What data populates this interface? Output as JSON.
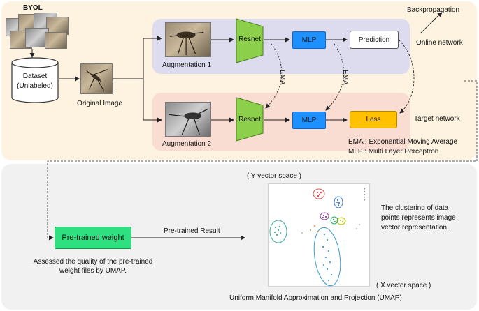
{
  "top": {
    "title": "BYOL",
    "dataset_label": [
      "Dataset",
      "(Unlabeled)"
    ],
    "original_image_label": "Original Image",
    "augmentation1_label": "Augmentation 1",
    "augmentation2_label": "Augmentation 2",
    "resnet_label": "Resnet",
    "mlp_label": "MLP",
    "prediction_label": "Prediction",
    "loss_label": "Loss",
    "ema_label": "EMA",
    "backpropagation_label": "Backpropagation",
    "online_network_label": "Online network",
    "target_network_label": "Target network",
    "legend_ema": "EMA : Exponential Moving Average",
    "legend_mlp": "MLP : Multi Layer Perceptron"
  },
  "bottom": {
    "pretrained_weight_label": "Pre-trained weight",
    "pretrained_result_label": "Pre-trained Result",
    "assessed_text": [
      "Assessed the quality of the pre-trained",
      "weight files by UMAP."
    ],
    "y_axis_label": "( Y vector space )",
    "x_axis_label": "( X vector space )",
    "umap_caption": "Uniform Manifold Approximation and Projection (UMAP)",
    "clustering_text": [
      "The clustering of data",
      "points represents image",
      "vector representation."
    ]
  },
  "colors": {
    "top_panel": "#fdf3e0",
    "bottom_panel": "#f1f1f1",
    "online_lane": "#dcdcee",
    "target_lane": "#f9ddd2",
    "resnet": "#8ccf4b",
    "mlp": "#1e90ff",
    "loss": "#ffc000",
    "pretrained_weight": "#2ee07f"
  }
}
